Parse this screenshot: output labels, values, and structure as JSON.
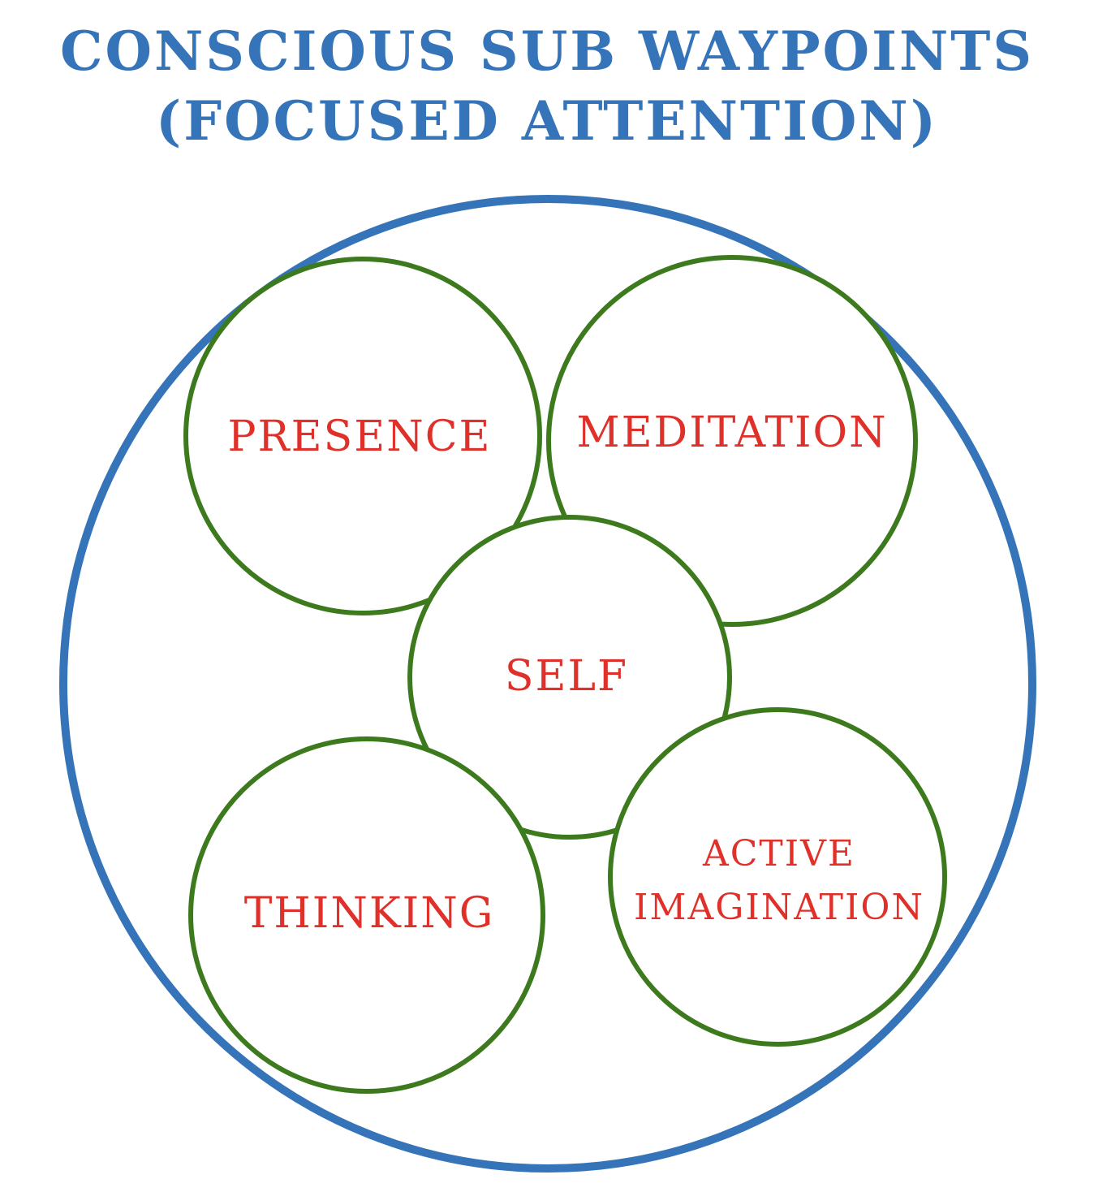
{
  "title": {
    "line1": "CONSCIOUS SUB WAYPOINTS",
    "line2": "(FOCUSED ATTENTION)"
  },
  "colors": {
    "title": "#3574b8",
    "outer_circle": "#3574b8",
    "inner_circles": "#3d7a1e",
    "labels": "#e0302a",
    "background": "#ffffff"
  },
  "nodes": {
    "presence": {
      "label": "PRESENCE"
    },
    "meditation": {
      "label": "MEDITATION"
    },
    "self": {
      "label": "SELF"
    },
    "thinking": {
      "label": "THINKING"
    },
    "active_imagination": {
      "line1": "ACTIVE",
      "line2": "IMAGINATION"
    }
  }
}
